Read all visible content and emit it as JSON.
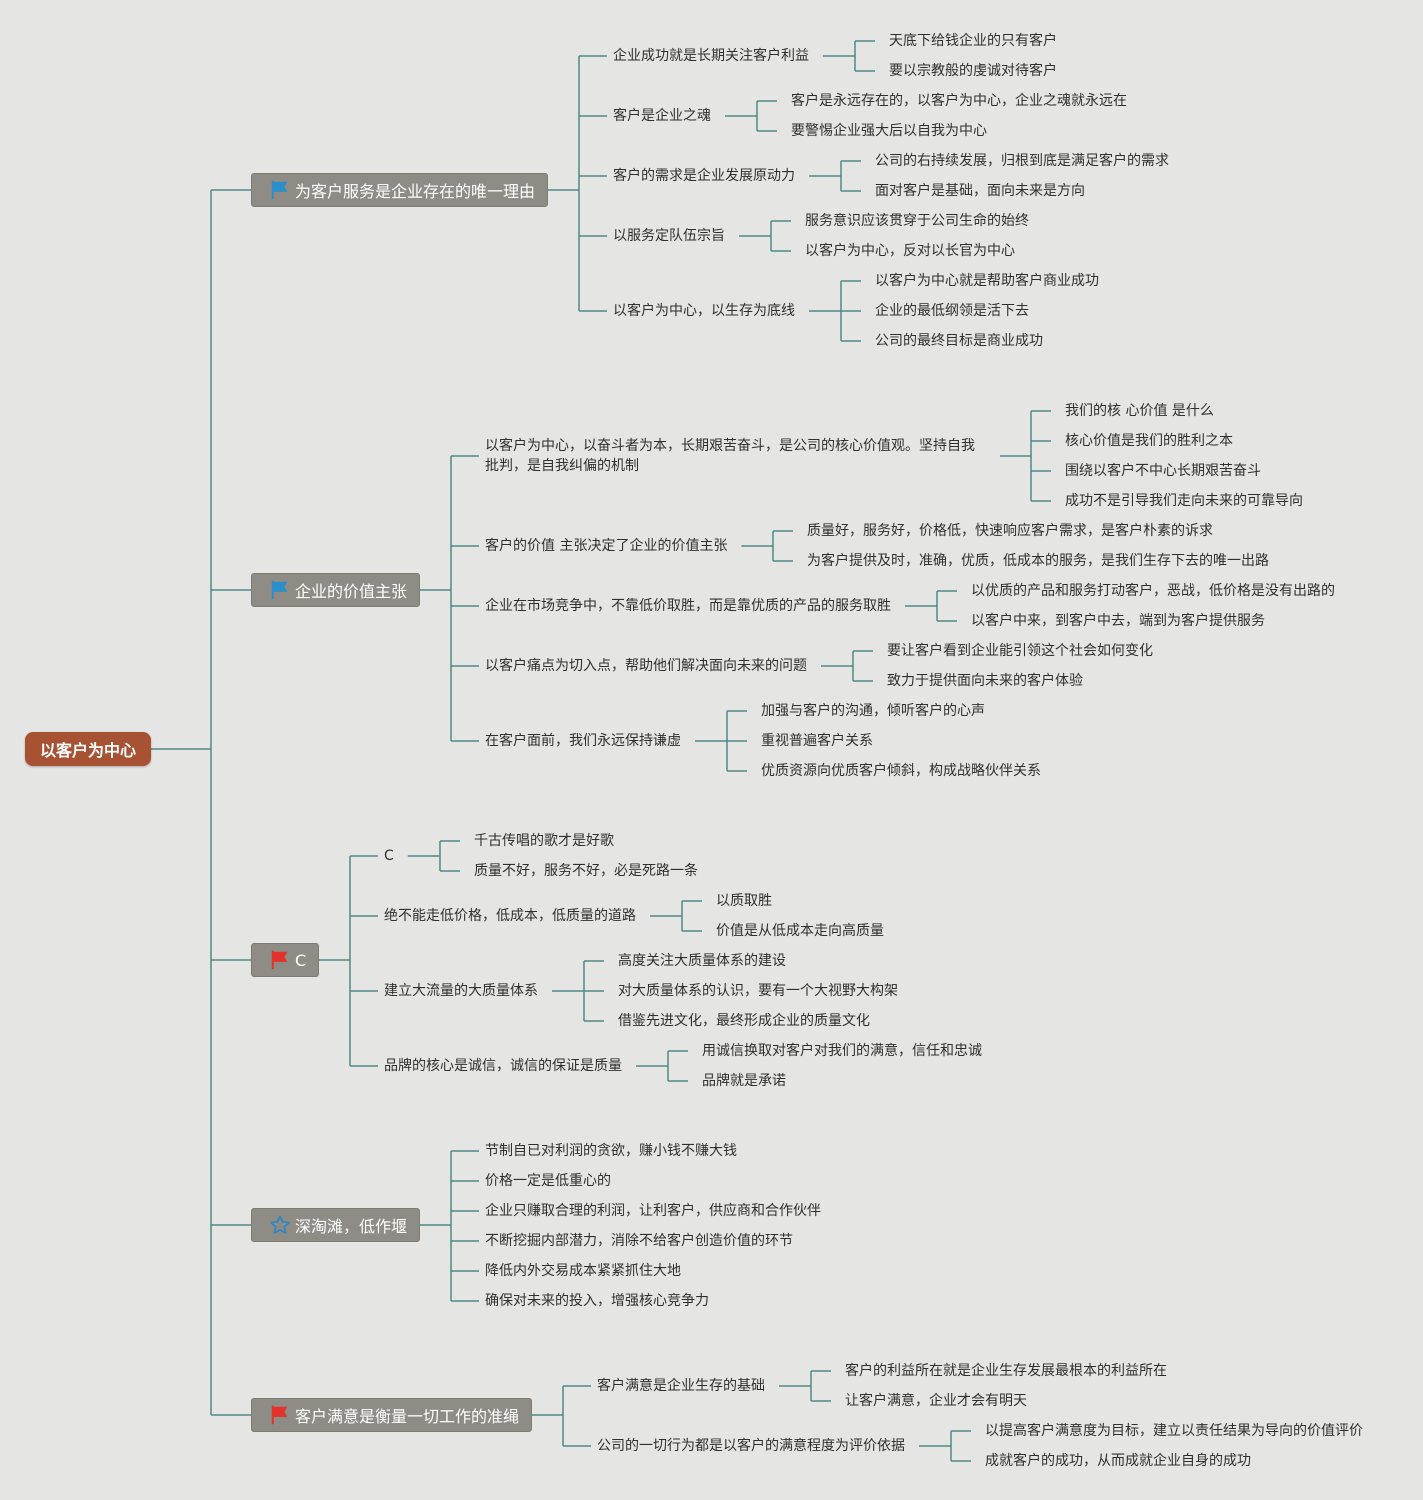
{
  "root": {
    "label": "以客户为中心"
  },
  "colors": {
    "root": "#a65233",
    "branch": "#8e8c85",
    "line": "#4f8a86",
    "flag_blue": "#2d8ec9",
    "flag_red": "#e2322a",
    "star_blue": "#2f86c9"
  },
  "branches": [
    {
      "label": "为客户服务是企业存在的唯一理由",
      "icon": "blue-flag-icon",
      "children": [
        {
          "label": "企业成功就是长期关注客户利益",
          "children": [
            "天底下给钱企业的只有客户",
            "要以宗教般的虔诚对待客户"
          ]
        },
        {
          "label": "客户是企业之魂",
          "children": [
            "客户是永远存在的，以客户为中心，企业之魂就永远在",
            "要警惕企业强大后以自我为中心"
          ]
        },
        {
          "label": "客户的需求是企业发展原动力",
          "children": [
            "公司的右持续发展，归根到底是满足客户的需求",
            "面对客户是基础，面向未来是方向"
          ]
        },
        {
          "label": "以服务定队伍宗旨",
          "children": [
            "服务意识应该贯穿于公司生命的始终",
            "以客户为中心，反对以长官为中心"
          ]
        },
        {
          "label": "以客户为中心，以生存为底线",
          "children": [
            "以客户为中心就是帮助客户商业成功",
            "企业的最低纲领是活下去",
            "公司的最终目标是商业成功"
          ]
        }
      ]
    },
    {
      "label": "企业的价值主张",
      "icon": "blue-flag-icon",
      "children": [
        {
          "label": "以客户为中心，以奋斗者为本，长期艰苦奋斗，是公司的核心价值观。坚持自我批判，是自我纠偏的机制",
          "children": [
            "我们的核 心价值 是什么",
            "核心价值是我们的胜利之本",
            "围绕以客户不中心长期艰苦奋斗",
            "成功不是引导我们走向未来的可靠导向"
          ]
        },
        {
          "label": "客户的价值 主张决定了企业的价值主张",
          "children": [
            "质量好，服务好，价格低，快速响应客户需求，是客户朴素的诉求",
            "为客户提供及时，准确，优质，低成本的服务，是我们生存下去的唯一出路"
          ]
        },
        {
          "label": "企业在市场竞争中，不靠低价取胜，而是靠优质的产品的服务取胜",
          "children": [
            "以优质的产品和服务打动客户，恶战，低价格是没有出路的",
            "以客户中来，到客户中去，端到为客户提供服务"
          ]
        },
        {
          "label": "以客户痛点为切入点，帮助他们解决面向未来的问题",
          "children": [
            "要让客户看到企业能引领这个社会如何变化",
            "致力于提供面向未来的客户体验"
          ]
        },
        {
          "label": "在客户面前，我们永远保持谦虚",
          "children": [
            "加强与客户的沟通，倾听客户的心声",
            "重视普遍客户关系",
            "优质资源向优质客户倾斜，构成战略伙伴关系"
          ]
        }
      ]
    },
    {
      "label": "C",
      "icon": "red-flag-icon",
      "children": [
        {
          "label": "C",
          "children": [
            "千古传唱的歌才是好歌",
            "质量不好，服务不好，必是死路一条"
          ]
        },
        {
          "label": "绝不能走低价格，低成本，低质量的道路",
          "children": [
            "以质取胜",
            "价值是从低成本走向高质量"
          ]
        },
        {
          "label": "建立大流量的大质量体系",
          "children": [
            "高度关注大质量体系的建设",
            "对大质量体系的认识，要有一个大视野大构架",
            "借鉴先进文化，最终形成企业的质量文化"
          ]
        },
        {
          "label": "品牌的核心是诚信，诚信的保证是质量",
          "children": [
            "用诚信换取对客户对我们的满意，信任和忠诚",
            "品牌就是承诺"
          ]
        }
      ]
    },
    {
      "label": "深淘滩，低作堰",
      "icon": "star-icon",
      "children": [
        {
          "label": "节制自已对利润的贪欲，赚小钱不赚大钱",
          "children": []
        },
        {
          "label": "价格一定是低重心的",
          "children": []
        },
        {
          "label": "企业只赚取合理的利润，让利客户，供应商和合作伙伴",
          "children": []
        },
        {
          "label": "不断挖掘内部潜力，消除不给客户创造价值的环节",
          "children": []
        },
        {
          "label": "降低内外交易成本紧紧抓住大地",
          "children": []
        },
        {
          "label": "确保对未来的投入，增强核心竞争力",
          "children": []
        }
      ]
    },
    {
      "label": "客户满意是衡量一切工作的准绳",
      "icon": "red-flag-icon",
      "children": [
        {
          "label": "客户满意是企业生存的基础",
          "children": [
            "客户的利益所在就是企业生存发展最根本的利益所在",
            "让客户满意，企业才会有明天"
          ]
        },
        {
          "label": "公司的一切行为都是以客户的满意程度为评价依据",
          "children": [
            "以提高客户满意度为目标，建立以责任结果为导向的价值评价",
            "成就客户的成功，从而成就企业自身的成功"
          ]
        }
      ]
    }
  ]
}
